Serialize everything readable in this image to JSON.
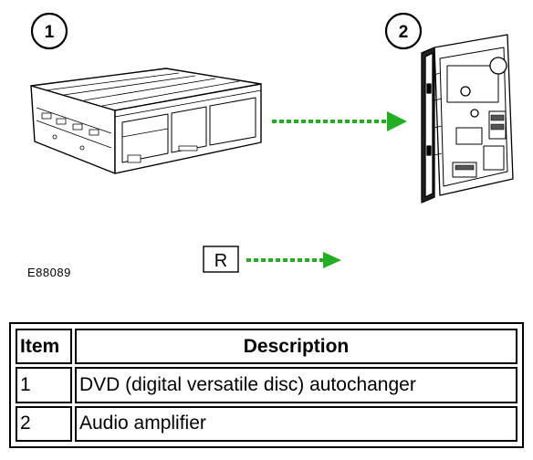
{
  "figure": {
    "callouts": [
      "1",
      "2"
    ],
    "reference_code": "E88089",
    "rhd_label": "R",
    "arrow_color": "#22b022",
    "components": [
      "dvd-autochanger-icon",
      "audio-amplifier-icon"
    ]
  },
  "legend": {
    "headers": {
      "item": "Item",
      "description": "Description"
    },
    "rows": [
      {
        "item": "1",
        "description": "DVD (digital versatile disc) autochanger"
      },
      {
        "item": "2",
        "description": "Audio amplifier"
      }
    ]
  }
}
